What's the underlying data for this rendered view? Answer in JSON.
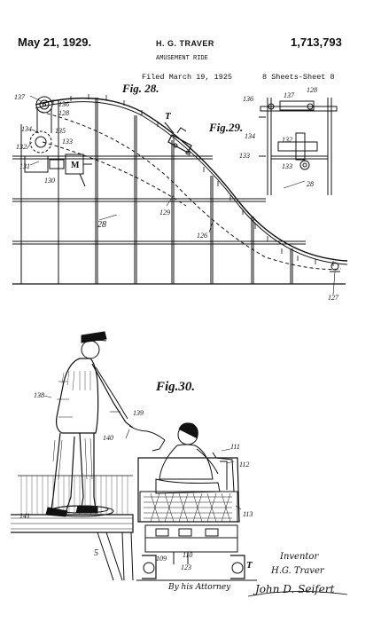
{
  "header": {
    "date": "May 21, 1929.",
    "inventor": "H. G. TRAVER",
    "patent_number": "1,713,793",
    "title": "AMUSEMENT RIDE",
    "filed": "Filed March 19, 1925",
    "sheets": "8 Sheets-Sheet  8"
  },
  "figures": {
    "fig28": "Fig. 28.",
    "fig29": "Fig.29.",
    "fig30": "Fig.30."
  },
  "labels": {
    "l137a": "137",
    "l136a": "136",
    "l128a": "128",
    "l134a": "134",
    "l135": "135",
    "l132a": "132",
    "l133a": "133",
    "l131": "131",
    "l130": "130",
    "lM": "M",
    "lT1": "T",
    "l129": "129",
    "l28a": "28",
    "l126": "126",
    "l127": "127",
    "l136b": "136",
    "l137b": "137",
    "l128b": "128",
    "l134b": "134",
    "l132b": "132",
    "l133b": "133",
    "l133c": "133",
    "l28b": "28",
    "l138": "138",
    "l139": "139",
    "l140": "140",
    "l111": "111",
    "l112": "112",
    "l113": "113",
    "l141": "141",
    "l5": "5",
    "l109": "109",
    "l110": "110",
    "l123": "123",
    "lT2": "T"
  },
  "signature": {
    "inventor_caption": "Inventor",
    "inventor_name": "H.G. Traver",
    "by_attorney": "By his Attorney",
    "attorney_sig": "John D. Seifert"
  }
}
